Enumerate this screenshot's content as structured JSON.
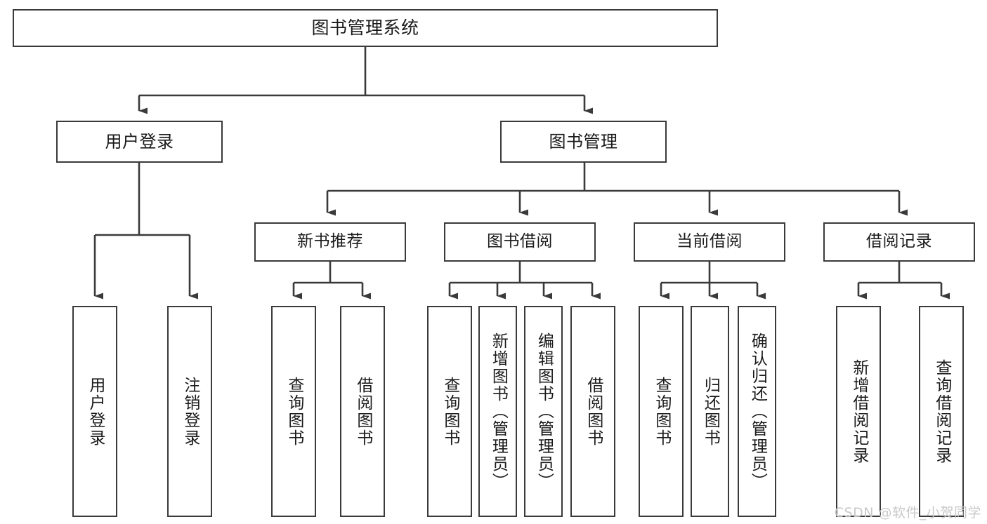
{
  "diagram": {
    "type": "tree-hierarchy-chart",
    "title_node": {
      "id": "root",
      "label": "图书管理系统"
    },
    "level2": [
      {
        "id": "user-login",
        "label": "用户登录"
      },
      {
        "id": "book-management",
        "label": "图书管理"
      }
    ],
    "level3": [
      {
        "id": "new-book-recommend",
        "label": "新书推荐",
        "parent": "book-management"
      },
      {
        "id": "book-borrow",
        "label": "图书借阅",
        "parent": "book-management"
      },
      {
        "id": "current-borrow",
        "label": "当前借阅",
        "parent": "book-management"
      },
      {
        "id": "borrow-record",
        "label": "借阅记录",
        "parent": "book-management"
      }
    ],
    "leaves": [
      {
        "id": "leaf-user-login",
        "label": "用户登录",
        "parent": "user-login"
      },
      {
        "id": "leaf-logout-login",
        "label": "注销登录",
        "parent": "user-login"
      },
      {
        "id": "leaf-query-book-1",
        "label": "查询图书",
        "parent": "new-book-recommend"
      },
      {
        "id": "leaf-borrow-book-1",
        "label": "借阅图书",
        "parent": "new-book-recommend"
      },
      {
        "id": "leaf-query-book-2",
        "label": "查询图书",
        "parent": "book-borrow"
      },
      {
        "id": "leaf-add-book",
        "label": "新增图书（管理员）",
        "parent": "book-borrow"
      },
      {
        "id": "leaf-edit-book",
        "label": "编辑图书（管理员）",
        "parent": "book-borrow"
      },
      {
        "id": "leaf-borrow-book-2",
        "label": "借阅图书",
        "parent": "book-borrow"
      },
      {
        "id": "leaf-query-book-3",
        "label": "查询图书",
        "parent": "current-borrow"
      },
      {
        "id": "leaf-return-book",
        "label": "归还图书",
        "parent": "current-borrow"
      },
      {
        "id": "leaf-confirm-return",
        "label": "确认归还（管理员）",
        "parent": "current-borrow"
      },
      {
        "id": "leaf-add-borrow-record",
        "label": "新增借阅记录",
        "parent": "borrow-record"
      },
      {
        "id": "leaf-query-borrow-record",
        "label": "查询借阅记录",
        "parent": "borrow-record"
      }
    ],
    "colors": {
      "stroke": "#3a3a3a",
      "fill": "#ffffff",
      "text": "#1a1a1a",
      "watermark": "#c9c9c9"
    }
  },
  "watermark": {
    "text": "CSDN @软件_小贺同学"
  }
}
